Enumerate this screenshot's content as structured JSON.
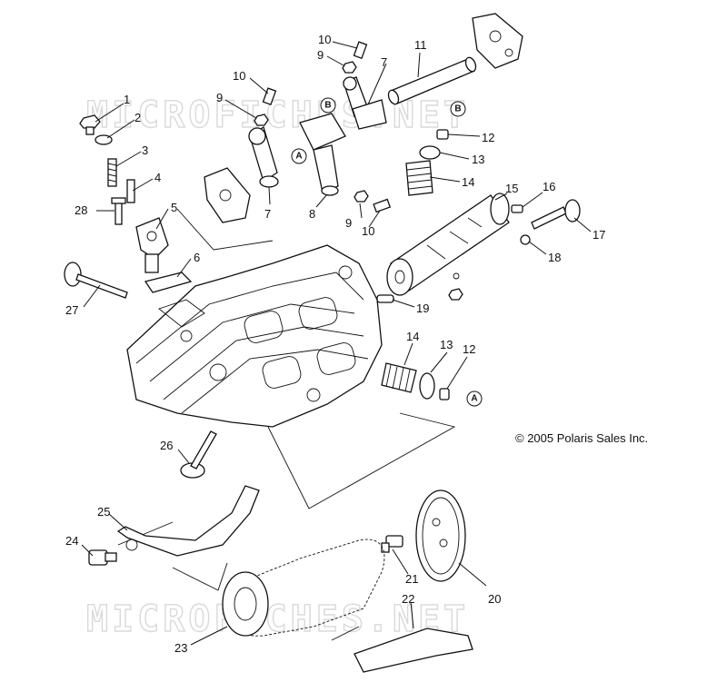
{
  "watermark": "MICROFICHES.NET",
  "copyright": "© 2005 Polaris Sales Inc.",
  "callouts": [
    {
      "id": "c1",
      "text": "1"
    },
    {
      "id": "c2",
      "text": "2"
    },
    {
      "id": "c3",
      "text": "3"
    },
    {
      "id": "c4",
      "text": "4"
    },
    {
      "id": "c5",
      "text": "5"
    },
    {
      "id": "c6",
      "text": "6"
    },
    {
      "id": "c7a",
      "text": "7"
    },
    {
      "id": "c7b",
      "text": "7"
    },
    {
      "id": "c8",
      "text": "8"
    },
    {
      "id": "c9a",
      "text": "9"
    },
    {
      "id": "c9b",
      "text": "9"
    },
    {
      "id": "c9c",
      "text": "9"
    },
    {
      "id": "c10a",
      "text": "10"
    },
    {
      "id": "c10b",
      "text": "10"
    },
    {
      "id": "c10c",
      "text": "10"
    },
    {
      "id": "c11",
      "text": "11"
    },
    {
      "id": "c12a",
      "text": "12"
    },
    {
      "id": "c12b",
      "text": "12"
    },
    {
      "id": "c13a",
      "text": "13"
    },
    {
      "id": "c13b",
      "text": "13"
    },
    {
      "id": "c14a",
      "text": "14"
    },
    {
      "id": "c14b",
      "text": "14"
    },
    {
      "id": "c15",
      "text": "15"
    },
    {
      "id": "c16",
      "text": "16"
    },
    {
      "id": "c17",
      "text": "17"
    },
    {
      "id": "c18",
      "text": "18"
    },
    {
      "id": "c19",
      "text": "19"
    },
    {
      "id": "c20",
      "text": "20"
    },
    {
      "id": "c21",
      "text": "21"
    },
    {
      "id": "c22",
      "text": "22"
    },
    {
      "id": "c23",
      "text": "23"
    },
    {
      "id": "c24",
      "text": "24"
    },
    {
      "id": "c25",
      "text": "25"
    },
    {
      "id": "c26",
      "text": "26"
    },
    {
      "id": "c27",
      "text": "27"
    },
    {
      "id": "c28",
      "text": "28"
    }
  ],
  "reference_markers": [
    {
      "id": "mA1",
      "text": "A"
    },
    {
      "id": "mA2",
      "text": "A"
    },
    {
      "id": "mB1",
      "text": "B"
    },
    {
      "id": "mB2",
      "text": "B"
    }
  ]
}
